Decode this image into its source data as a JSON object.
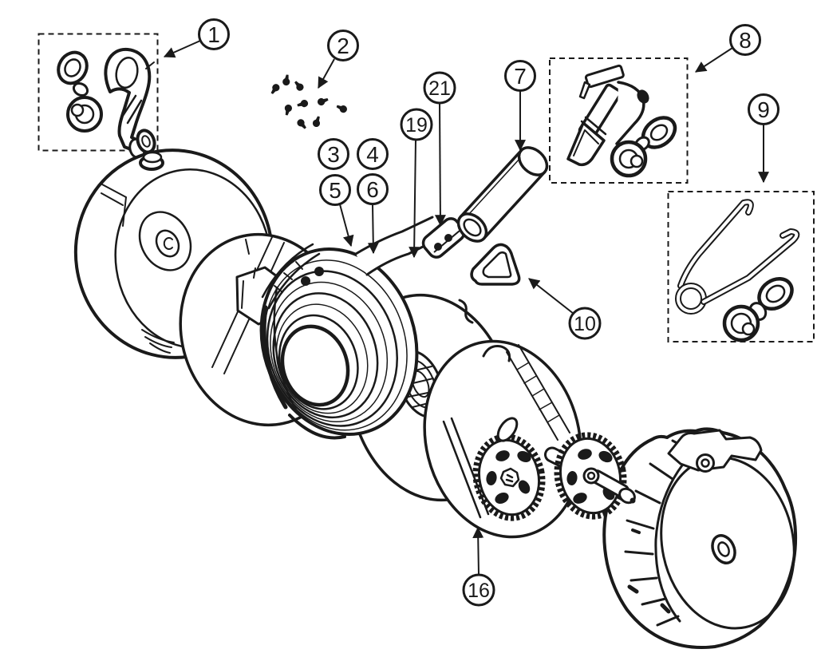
{
  "figure": {
    "kind": "exploded-parts-diagram",
    "subject": "retractable-reel-mechanism",
    "background_color": "#ffffff",
    "ink_color": "#1a1a1a"
  },
  "callouts": {
    "c1": {
      "label": "1",
      "part": "snap-hook-and-swivel-kit"
    },
    "c2": {
      "label": "2",
      "part": "screw-set"
    },
    "c3": {
      "label": "3",
      "part": "coil-assembly"
    },
    "c4": {
      "label": "4",
      "part": "coil-assembly"
    },
    "c5": {
      "label": "5",
      "part": "coil-assembly"
    },
    "c6": {
      "label": "6",
      "part": "coil-assembly"
    },
    "c7": {
      "label": "7",
      "part": "tube"
    },
    "c8": {
      "label": "8",
      "part": "clamp-and-swivel-kit"
    },
    "c9": {
      "label": "9",
      "part": "wire-clip-and-swivel-kit"
    },
    "c10": {
      "label": "10",
      "part": "triangular-ring"
    },
    "c16": {
      "label": "16",
      "part": "geared-spool-plate"
    },
    "c19": {
      "label": "19",
      "part": "strap"
    },
    "c21": {
      "label": "21",
      "part": "strap-end-fitting"
    }
  }
}
